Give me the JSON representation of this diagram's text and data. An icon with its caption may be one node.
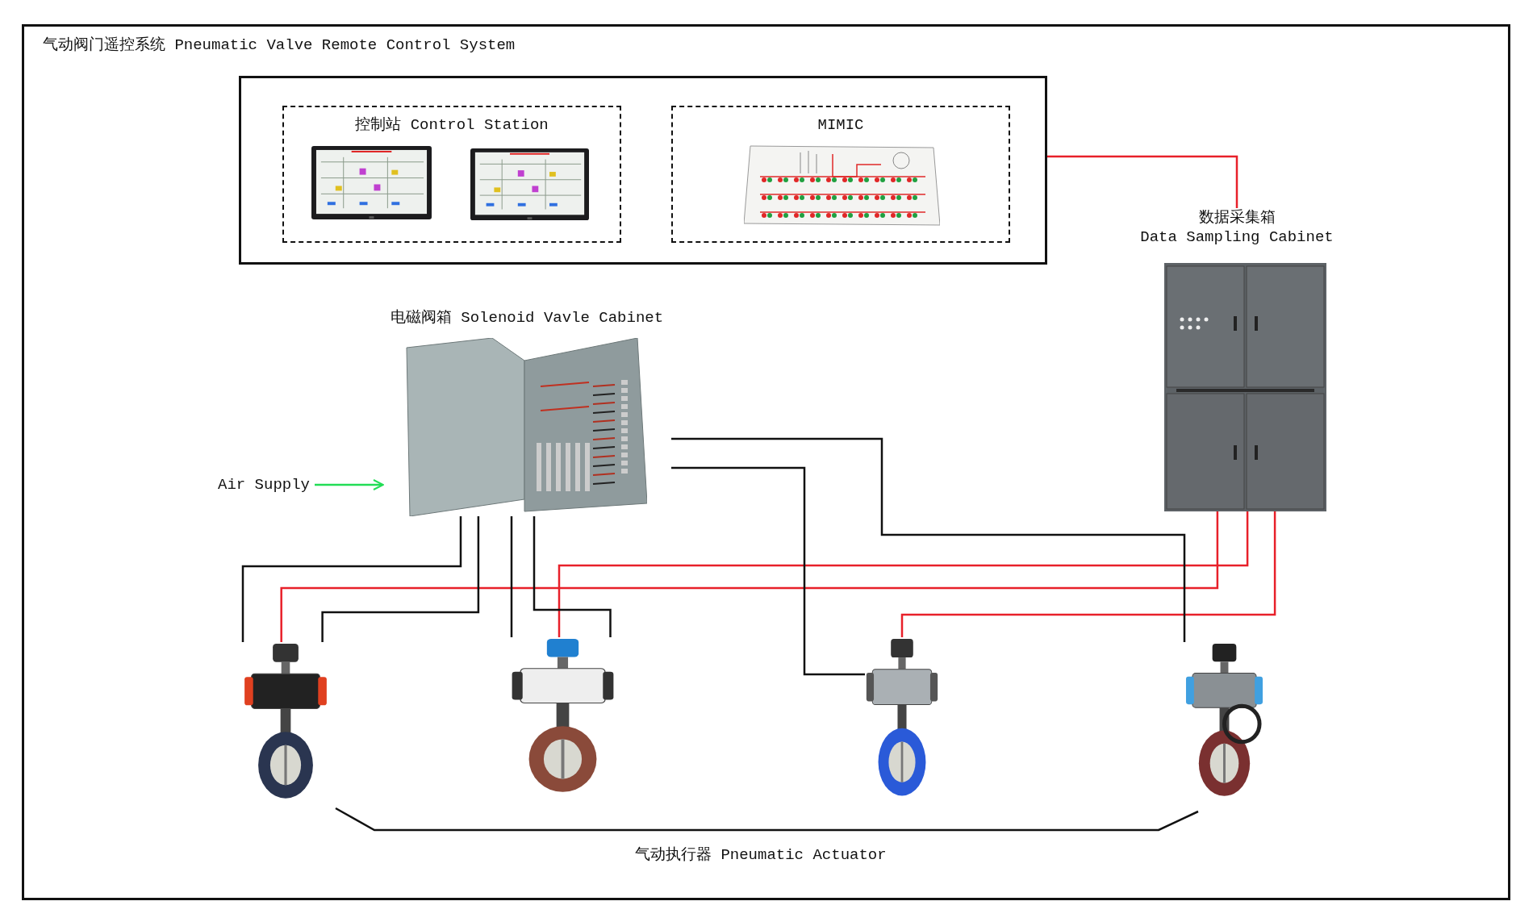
{
  "diagram": {
    "title": "气动阀门遥控系统 Pneumatic Valve Remote Control System",
    "nodes": [
      {
        "text": [],
        "shape": "box"
      },
      {
        "text": [
          "控制站 Control Station"
        ],
        "in": 0
      },
      {
        "text": [],
        "shape": "picture",
        "in": 1
      },
      {
        "text": [],
        "shape": "picture",
        "in": 1
      },
      {
        "text": [
          "MIMIC"
        ],
        "in": 0
      },
      {
        "text": [],
        "shape": "picture",
        "in": 4
      },
      {
        "text": [
          "数据采集箱",
          "Data Sampling Cabinet"
        ]
      },
      {
        "text": [
          "电磁阀箱 Solenoid Vavle Cabinet"
        ]
      },
      {
        "text": [
          "Air Supply"
        ]
      },
      {
        "text": [],
        "shape": "picture"
      },
      {
        "text": [],
        "shape": "picture"
      },
      {
        "text": [],
        "shape": "picture"
      },
      {
        "text": [],
        "shape": "picture"
      }
    ],
    "edges": [
      {
        "from": 0,
        "to": 6,
        "arrow": "none",
        "color": "#e8202a"
      },
      {
        "from": 6,
        "to": 9,
        "arrow": "none",
        "color": "#e8202a"
      },
      {
        "from": 6,
        "to": 10,
        "arrow": "none",
        "color": "#e8202a"
      },
      {
        "from": 6,
        "to": 11,
        "arrow": "none",
        "color": "#e8202a"
      },
      {
        "from": 7,
        "to": 9,
        "arrow": "none"
      },
      {
        "from": 7,
        "to": 9,
        "arrow": "none"
      },
      {
        "from": 7,
        "to": 10,
        "arrow": "none"
      },
      {
        "from": 7,
        "to": 10,
        "arrow": "none"
      },
      {
        "from": 7,
        "to": 12,
        "arrow": "none"
      },
      {
        "from": 7,
        "to": 11,
        "arrow": "none"
      },
      {
        "from": 8,
        "to": 7,
        "arrow": "to",
        "color": "#22dd55"
      }
    ],
    "labels": [
      "气动执行器 Pneumatic Actuator"
    ]
  }
}
